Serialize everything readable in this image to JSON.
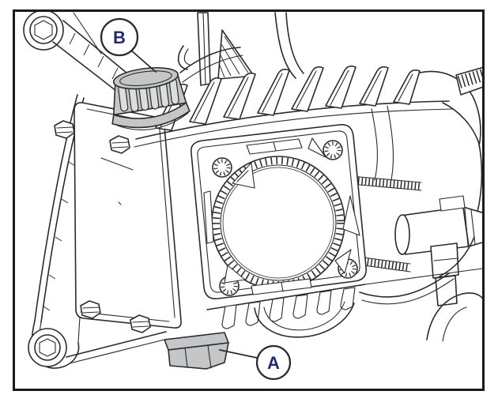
{
  "diagram": {
    "description": "Line-art technical illustration of a finned pump/supercharger assembly with two lettered service callouts",
    "callouts": {
      "a": {
        "label": "A"
      },
      "b": {
        "label": "B"
      }
    },
    "colors": {
      "line": "#2b2b2b",
      "frame": "#1b1b1b",
      "metal_gray": "#c4c6c8",
      "slot_gray": "#dcdddd",
      "label_text": "#232a6b",
      "background": "#ffffff"
    }
  }
}
